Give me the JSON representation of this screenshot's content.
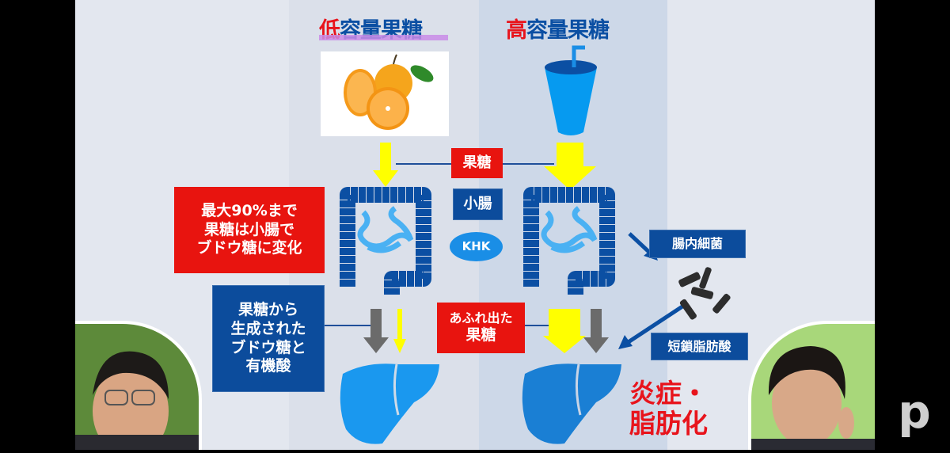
{
  "titles": {
    "low_prefix": "低",
    "low_rest": "容量果糖",
    "high_prefix": "高",
    "high_rest": "容量果糖"
  },
  "labels": {
    "fructose": "果糖",
    "small_intestine": "小腸",
    "khk": "KHK",
    "conversion_note": [
      "最大90%まで",
      "果糖は小腸で",
      "ブドウ糖に変化"
    ],
    "glucose_note": [
      "果糖から",
      "生成された",
      "ブドウ糖と",
      "有機酸"
    ],
    "overflow_note": [
      "あふれ出た",
      "果糖"
    ],
    "gut_bacteria": "腸内細菌",
    "scfa": "短鎖脂肪酸",
    "outcome": [
      "炎症・",
      "脂肪化"
    ]
  },
  "colors": {
    "accent_red": "#e8141c",
    "brand_blue": "#0b4fa3",
    "arrow_yellow": "#ffff00",
    "liver_blue": "#1a8ee6"
  },
  "logo": "p"
}
